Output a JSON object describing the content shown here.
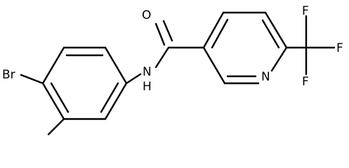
{
  "diagram": {
    "atoms": {
      "br": "Br",
      "nh": "N",
      "nh_h": "H",
      "o": "O",
      "n_ring": "N",
      "f_top": "F",
      "f_right": "F",
      "f_bottom": "F"
    },
    "colors": {
      "bond": "#000000",
      "label": "#000000",
      "background": "#ffffff"
    }
  }
}
